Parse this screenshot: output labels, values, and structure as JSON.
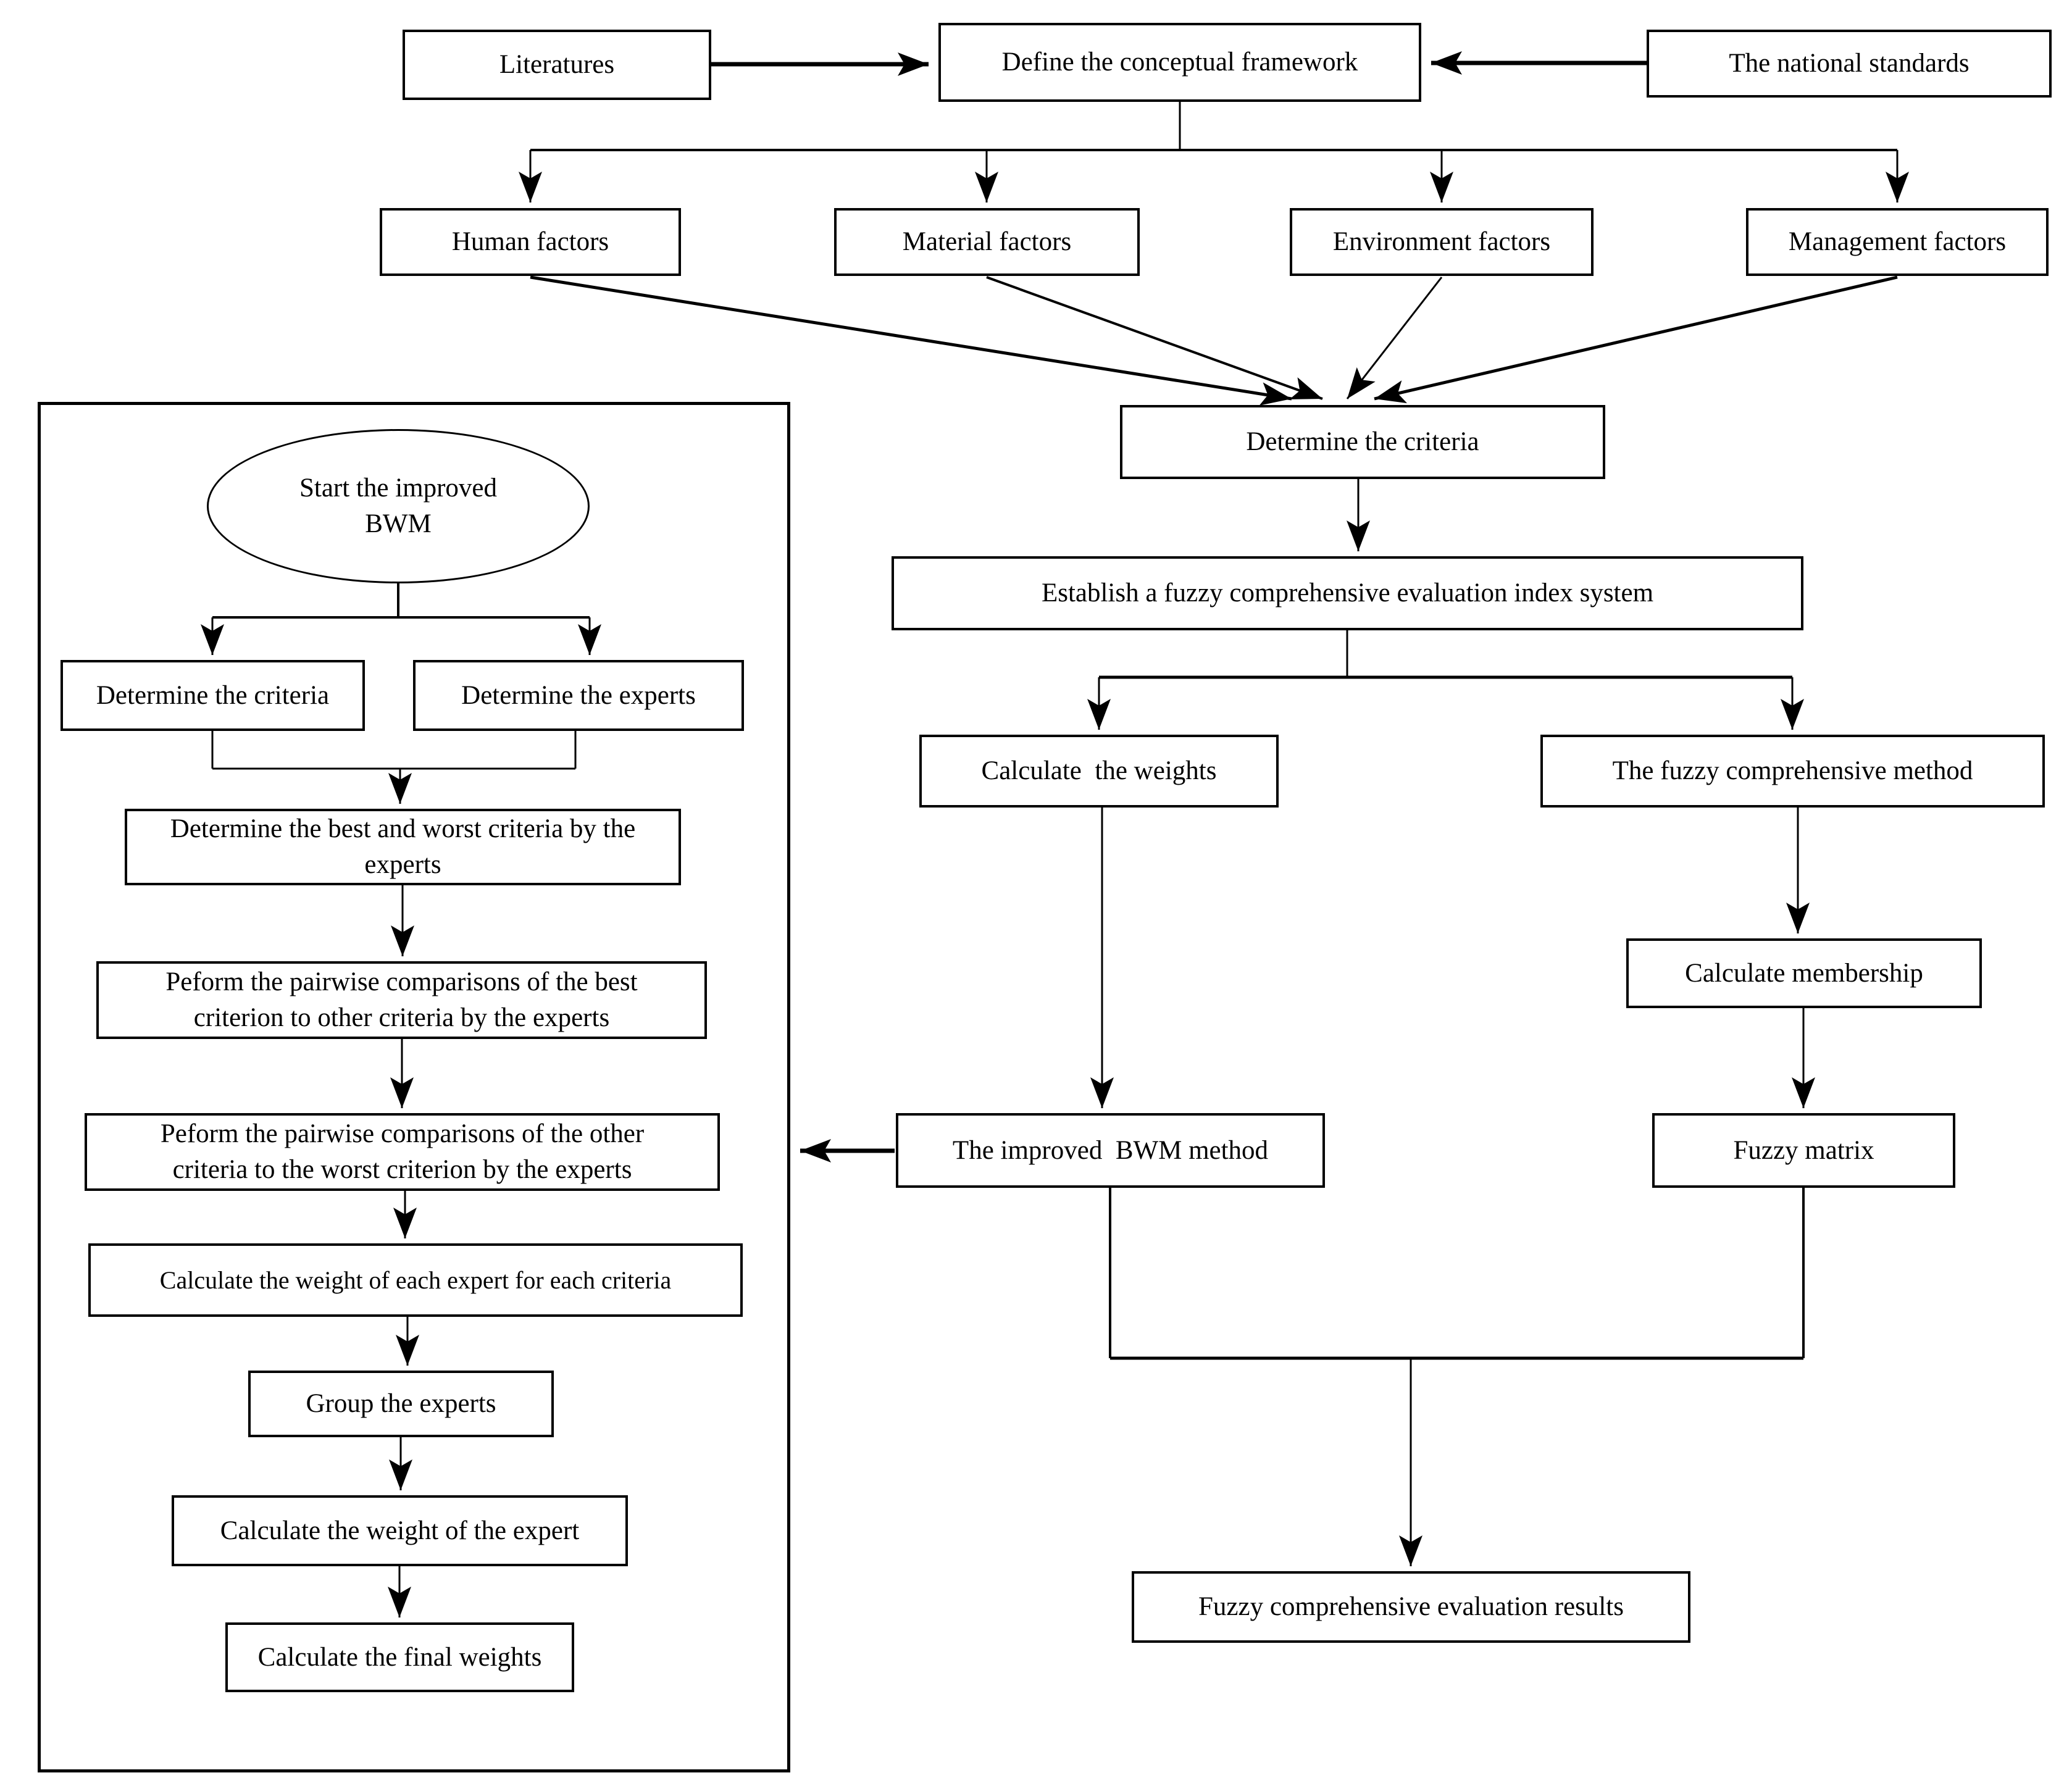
{
  "title": "Fuzzy comprehensive evaluation methodology flowchart",
  "colors": {
    "line": "#000000",
    "box_border": "#000000",
    "background": "#ffffff",
    "text": "#000000"
  },
  "nodes": {
    "literatures": "Literatures",
    "define_framework": "Define the conceptual framework",
    "national_standards": "The national standards",
    "human_factors": "Human factors",
    "material_factors": "Material factors",
    "environment_factors": "Environment factors",
    "management_factors": "Management factors",
    "determine_criteria": "Determine the criteria",
    "establish_index_system": "Establish a fuzzy comprehensive evaluation index system",
    "calculate_weights": "Calculate  the weights",
    "fuzzy_comprehensive_method": "The fuzzy comprehensive method",
    "calculate_membership": "Calculate membership",
    "improved_bwm_method": "The improved  BWM method",
    "fuzzy_matrix": "Fuzzy matrix",
    "evaluation_results": "Fuzzy comprehensive evaluation results"
  },
  "bwm_panel": {
    "start": "Start the improved\nBWM",
    "determine_criteria": "Determine the criteria",
    "determine_experts": "Determine the experts",
    "best_worst_criteria": "Determine the best and worst criteria by the\nexperts",
    "pairwise_best": "Peform the pairwise comparisons of the best\ncriterion to other criteria by the experts",
    "pairwise_worst": "Peform the pairwise comparisons of the other\ncriteria to the worst criterion by the experts",
    "weight_each_expert": "Calculate the weight of each expert for each criteria",
    "group_experts": "Group the experts",
    "weight_expert": "Calculate the weight of the expert",
    "final_weights": "Calculate the final weights"
  }
}
